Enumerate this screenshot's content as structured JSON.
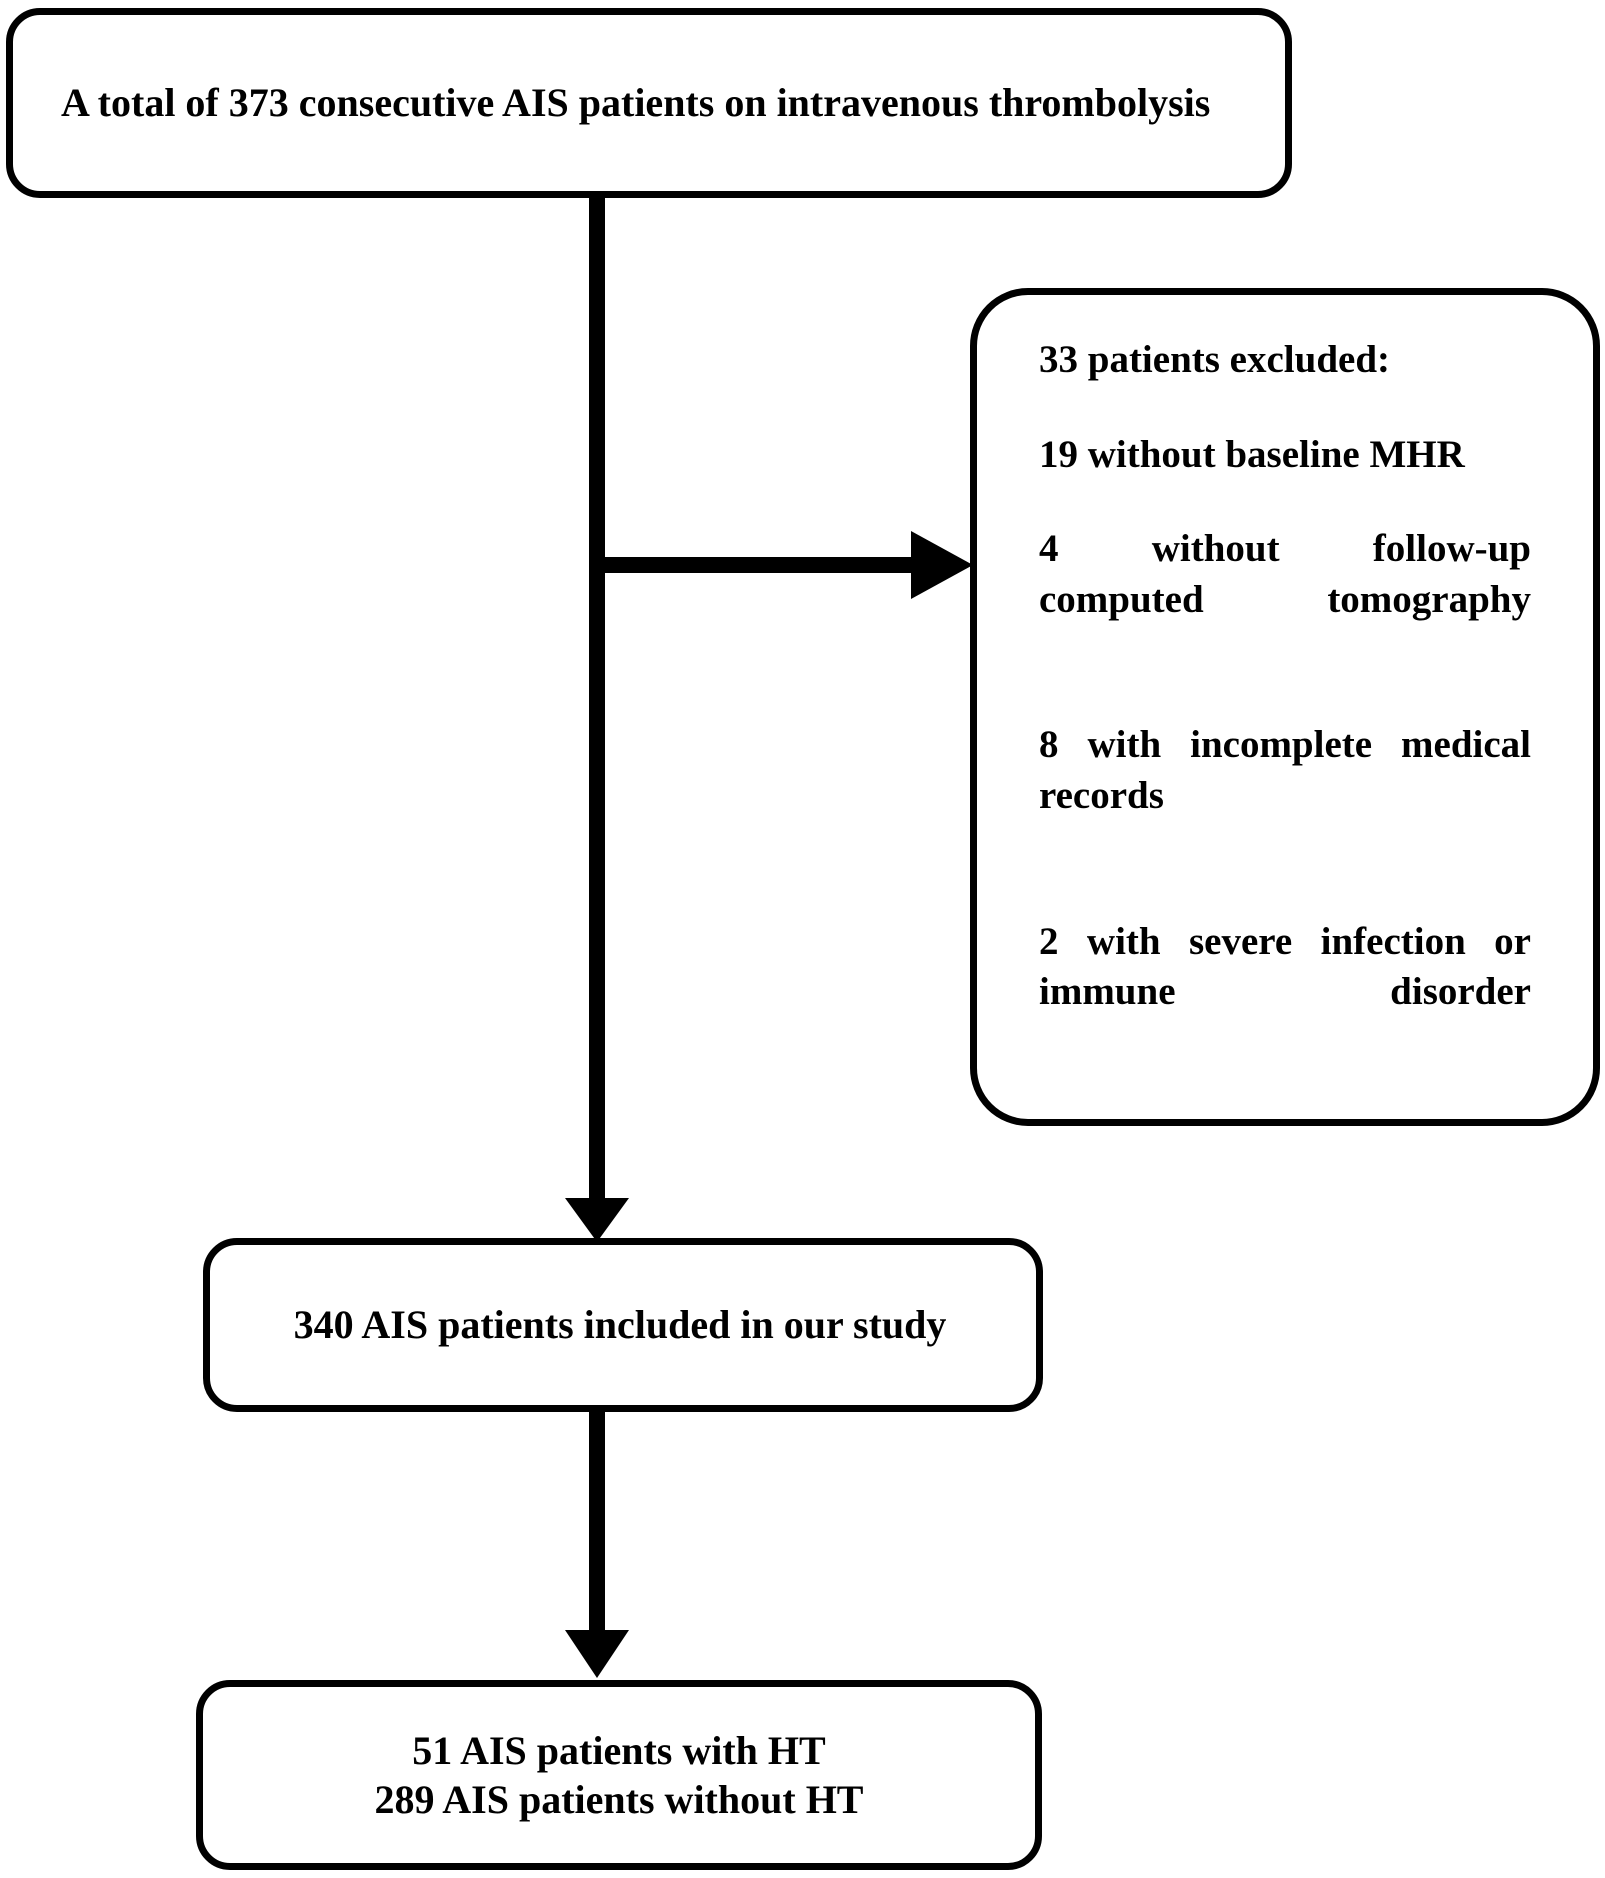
{
  "figure": {
    "type": "flowchart",
    "orientation": "vertical",
    "line_color": "#000000",
    "background_color": "#ffffff",
    "text_color": "#000000"
  },
  "nodes": {
    "total": {
      "text": "A total of 373 consecutive AIS patients on intravenous thrombolysis",
      "count": 373
    },
    "excluded": {
      "heading": "33 patients excluded:",
      "total_excluded": 33,
      "reasons": [
        {
          "count": 19,
          "text": "19 without baseline MHR"
        },
        {
          "count": 4,
          "text": "4 without follow-up computed tomography"
        },
        {
          "count": 8,
          "text": "8 with incomplete medical records"
        },
        {
          "count": 2,
          "text": "2 with severe infection or immune disorder"
        }
      ]
    },
    "included": {
      "text": "340 AIS patients included in our study",
      "count": 340
    },
    "outcome": {
      "line1": "51 AIS patients with HT",
      "line2": "289 AIS patients without HT",
      "with_ht": 51,
      "without_ht": 289
    }
  },
  "connectors": [
    {
      "name": "total-to-included",
      "type": "vertical-arrow",
      "arrowhead": "down"
    },
    {
      "name": "trunk-to-excluded",
      "type": "horizontal-arrow",
      "arrowhead": "right"
    },
    {
      "name": "included-to-outcome",
      "type": "vertical-arrow",
      "arrowhead": "down"
    }
  ]
}
